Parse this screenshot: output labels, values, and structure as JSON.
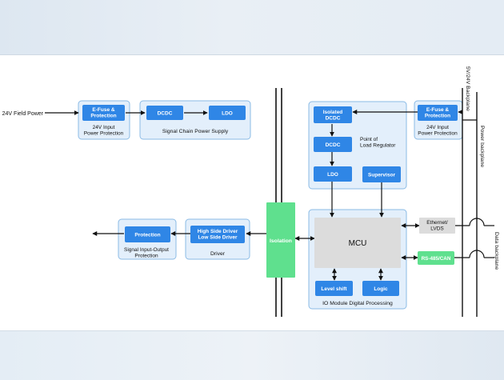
{
  "colors": {
    "panel_fill": "#e3effb",
    "panel_stroke": "#8bbbe6",
    "block_fill": "#2f86e6",
    "block_text": "#ffffff",
    "isolation_fill": "#5fe08e",
    "gray_block": "#dcdcdc",
    "green_block": "#5fe08e",
    "line": "#111111"
  },
  "labels": {
    "field_power": "24V Field Power",
    "efuse_left": "E-Fuse &\nProtection",
    "efuse_left_caption": "24V Input\nPower Protection",
    "dcdc_chain": "DCDC",
    "ldo_chain": "LDO",
    "signal_chain_caption": "Signal Chain Power Supply",
    "isolated_dcdc": "Isolated\nDCDC",
    "pol_caption": "Point of\nLoad Regulator",
    "dcdc_pol": "DCDC",
    "ldo_pol": "LDO",
    "supervisor": "Supervisor",
    "efuse_right": "E-Fuse &\nProtection",
    "efuse_right_caption": "24V Input\nPower Protection",
    "backplane_5v24v": "5V/24V Backplane",
    "power_backplane": "Power backplane",
    "data_backplane": "Data backplane",
    "ethernet": "Ethernet/\nLVDS",
    "rs485": "RS-485/CAN",
    "mcu": "MCU",
    "level_shift": "Level shift",
    "logic": "Logic",
    "io_caption": "IO Module Digital Processing",
    "isolation": "Isolation",
    "driver_block": "High Side Driver\nLow Side Driver",
    "driver_caption": "Driver",
    "protection": "Protection",
    "protection_caption": "Signal Input-Output\nProtection"
  }
}
